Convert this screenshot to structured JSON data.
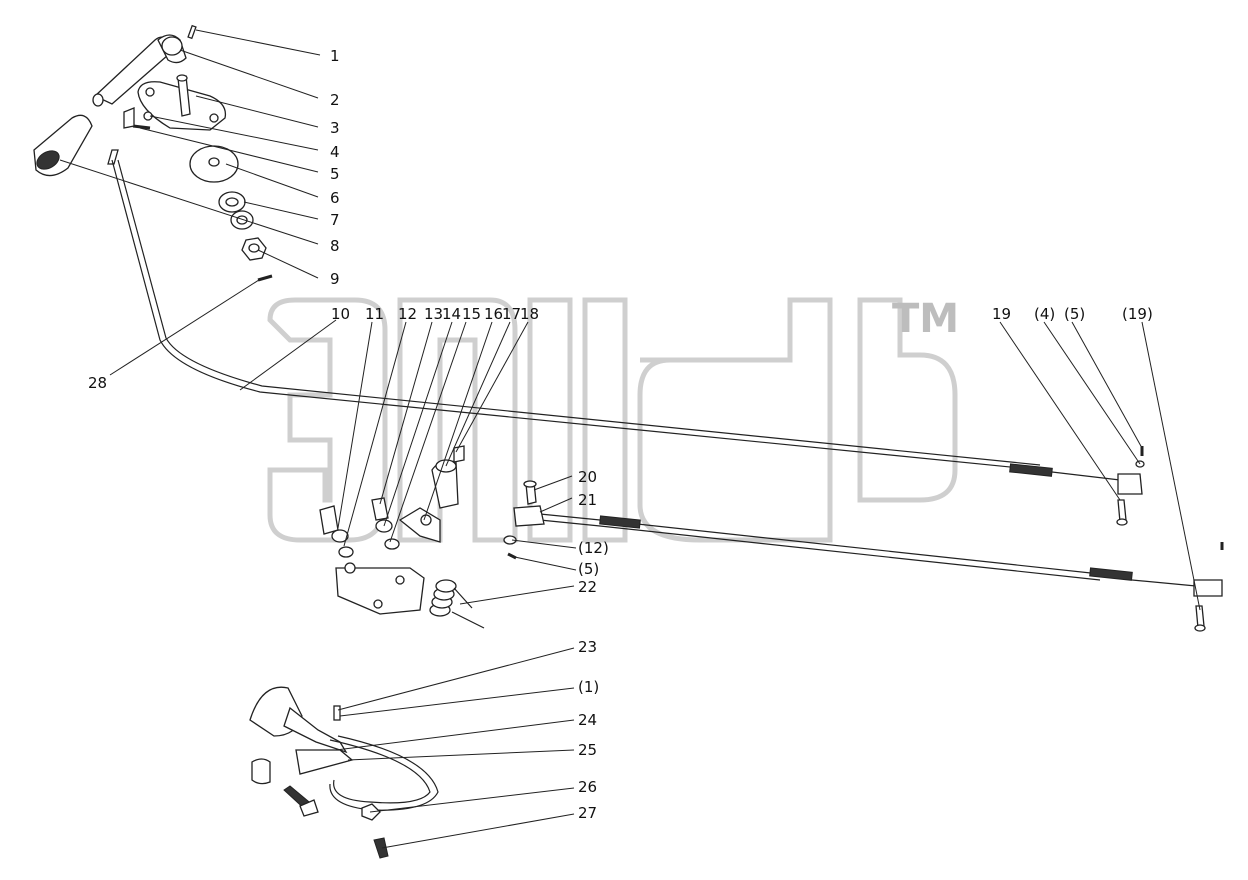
{
  "watermark": {
    "tm": "TM"
  },
  "corner_mark": "",
  "labels": [
    {
      "id": "1",
      "text": "1"
    },
    {
      "id": "2",
      "text": "2"
    },
    {
      "id": "3",
      "text": "3"
    },
    {
      "id": "4",
      "text": "4"
    },
    {
      "id": "5",
      "text": "5"
    },
    {
      "id": "6",
      "text": "6"
    },
    {
      "id": "7",
      "text": "7"
    },
    {
      "id": "8",
      "text": "8"
    },
    {
      "id": "9",
      "text": "9"
    },
    {
      "id": "10",
      "text": "10"
    },
    {
      "id": "11",
      "text": "11"
    },
    {
      "id": "12",
      "text": "12"
    },
    {
      "id": "13",
      "text": "13"
    },
    {
      "id": "14",
      "text": "14"
    },
    {
      "id": "15",
      "text": "15"
    },
    {
      "id": "16",
      "text": "16"
    },
    {
      "id": "17",
      "text": "17"
    },
    {
      "id": "18",
      "text": "18"
    },
    {
      "id": "19",
      "text": "19"
    },
    {
      "id": "4r",
      "text": "(4)"
    },
    {
      "id": "5r",
      "text": "(5)"
    },
    {
      "id": "19r",
      "text": "(19)"
    },
    {
      "id": "20",
      "text": "20"
    },
    {
      "id": "21",
      "text": "21"
    },
    {
      "id": "12r",
      "text": "(12)"
    },
    {
      "id": "5r2",
      "text": "(5)"
    },
    {
      "id": "22",
      "text": "22"
    },
    {
      "id": "23",
      "text": "23"
    },
    {
      "id": "1r",
      "text": "(1)"
    },
    {
      "id": "24",
      "text": "24"
    },
    {
      "id": "25",
      "text": "25"
    },
    {
      "id": "26",
      "text": "26"
    },
    {
      "id": "27",
      "text": "27"
    },
    {
      "id": "28",
      "text": "28"
    }
  ]
}
